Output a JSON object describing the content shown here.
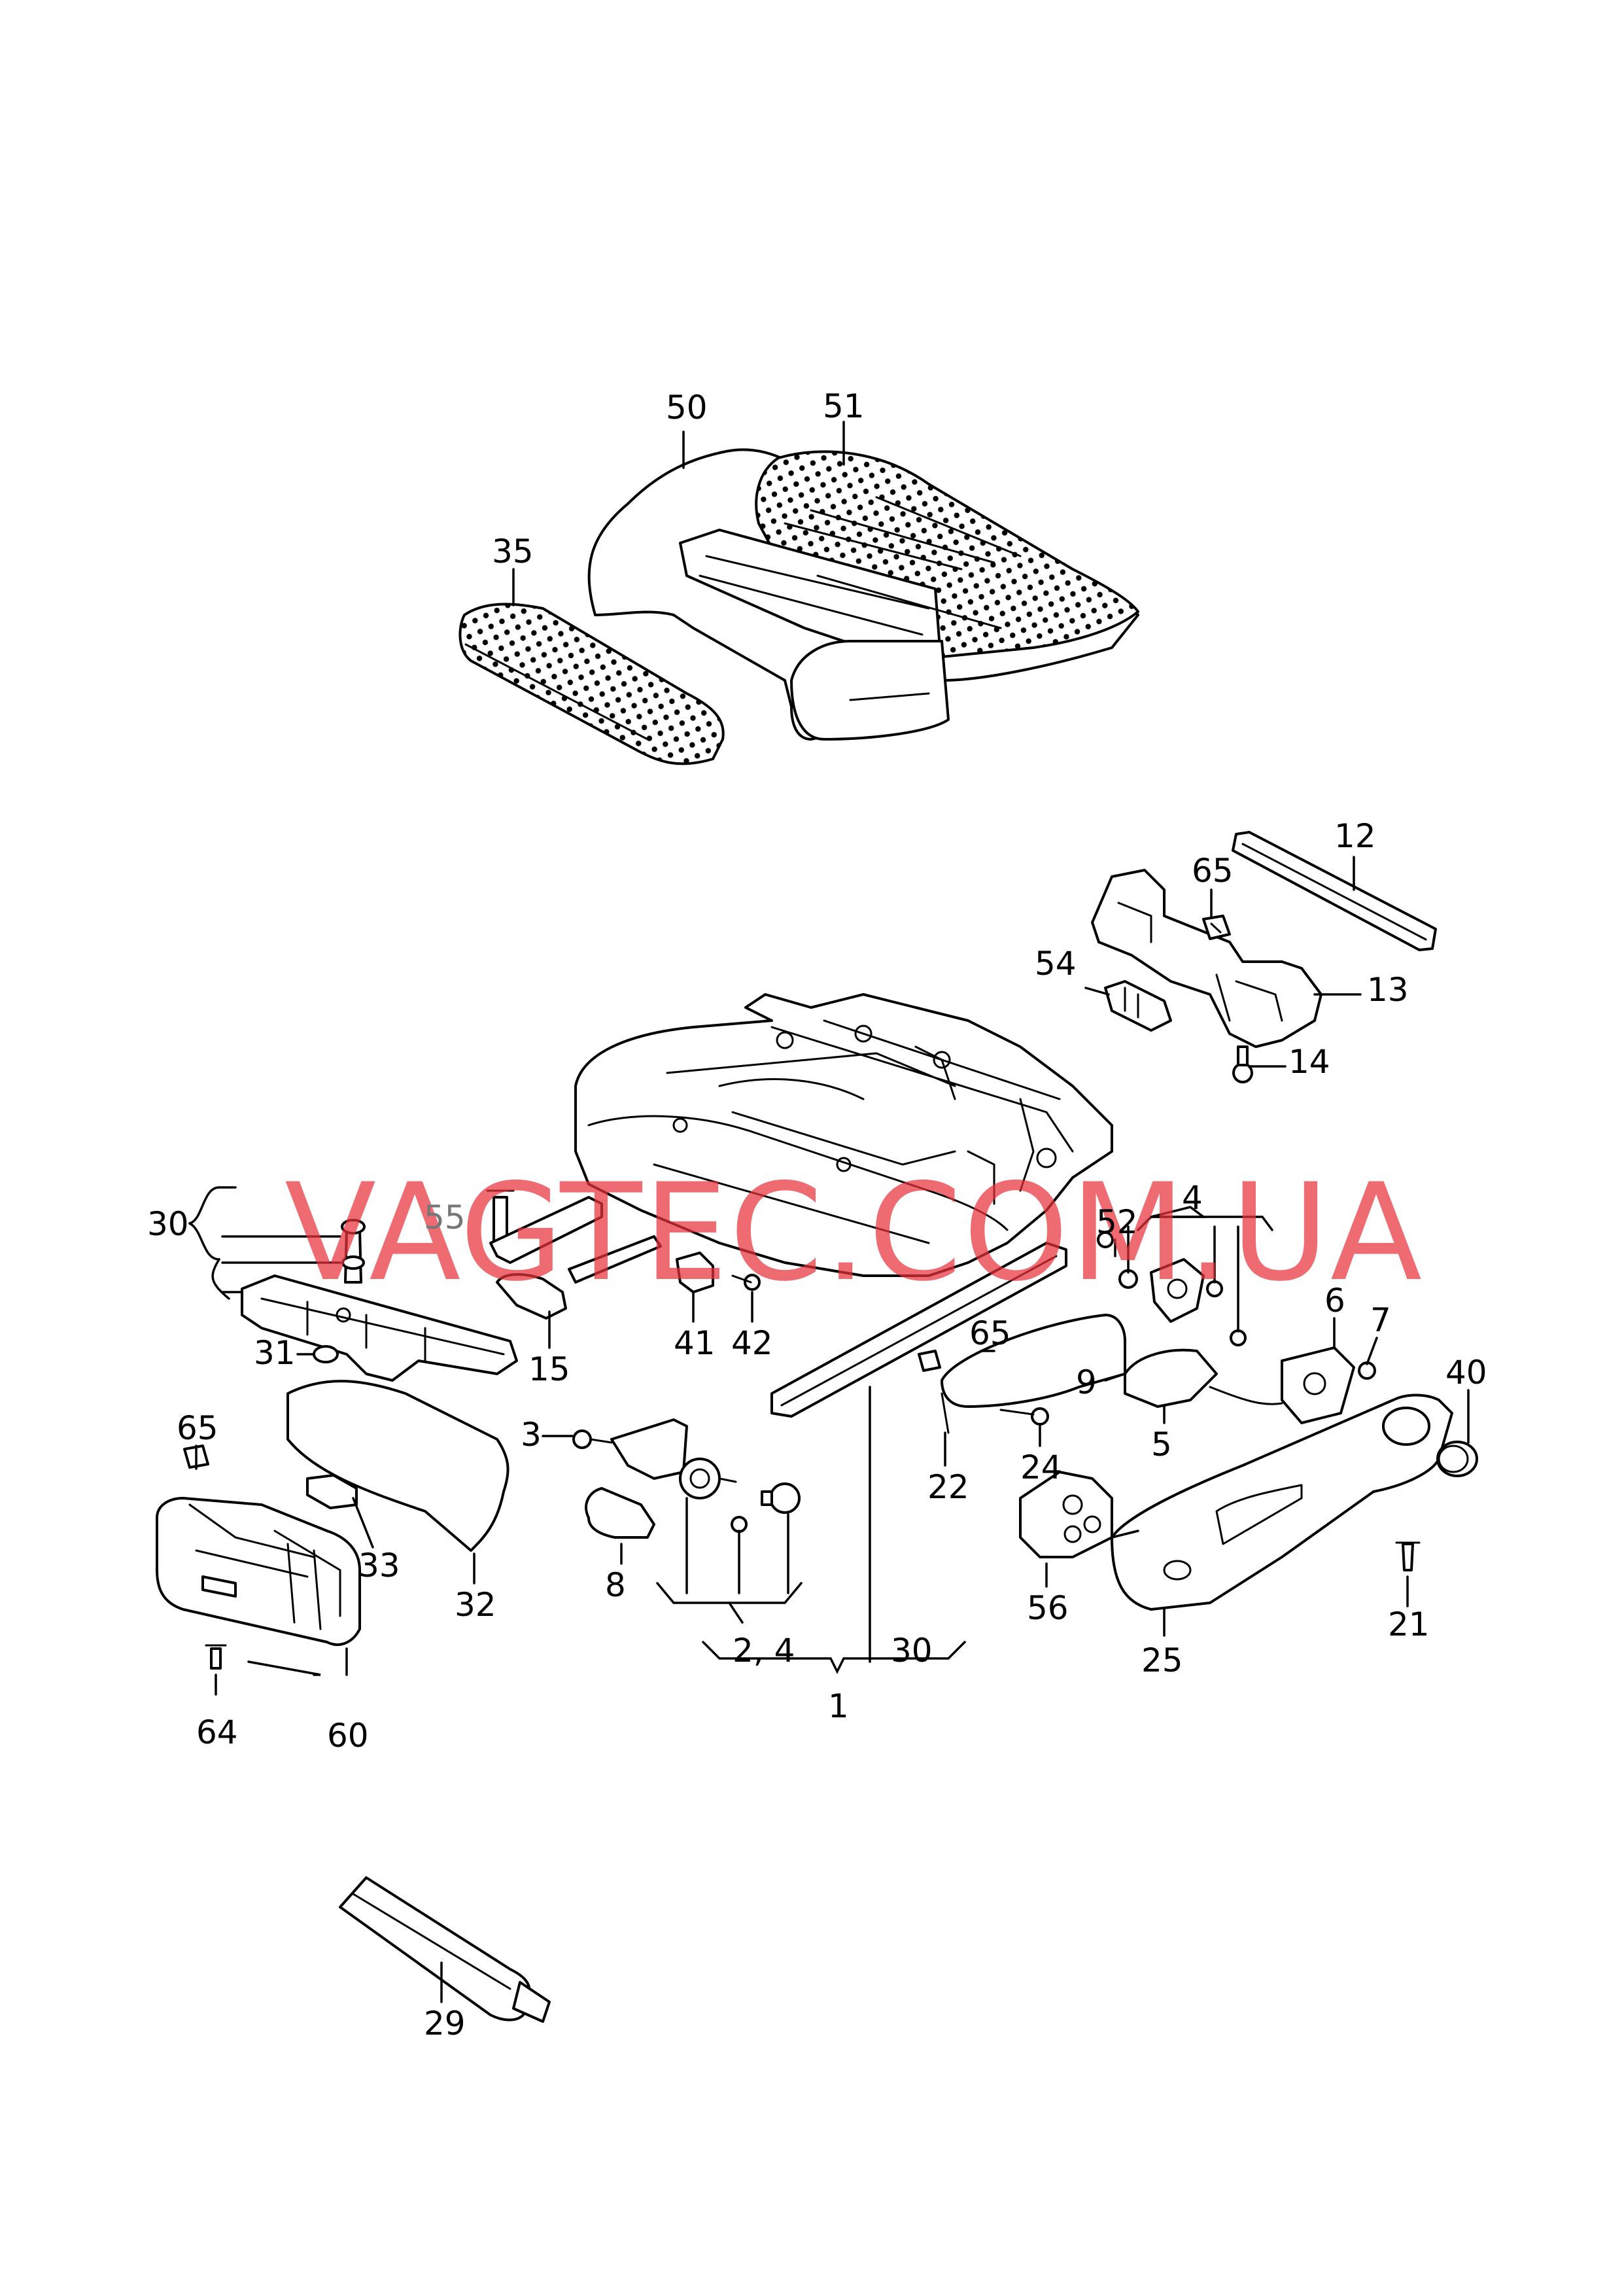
{
  "watermark": "VAGTEC.COM.UA",
  "watermark_color": "#e8333a",
  "labels": {
    "l50": "50",
    "l51": "51",
    "l35": "35",
    "l12": "12",
    "l65a": "65",
    "l13": "13",
    "l54": "54",
    "l14": "14",
    "l52": "52",
    "l4a": "4",
    "l55": "55",
    "l30a": "30",
    "l31": "31",
    "l15": "15",
    "l41": "41",
    "l42": "42",
    "l65b": "65",
    "l6": "6",
    "l7": "7",
    "l40": "40",
    "l9": "9",
    "l5": "5",
    "l22": "22",
    "l24": "24",
    "l3": "3",
    "l8": "8",
    "l2_4": "2,  4",
    "l30b": "30",
    "l1": "1",
    "l65c": "65",
    "l33": "33",
    "l32": "32",
    "l60": "60",
    "l64": "64",
    "l56": "56",
    "l25": "25",
    "l21": "21",
    "l29": "29"
  }
}
